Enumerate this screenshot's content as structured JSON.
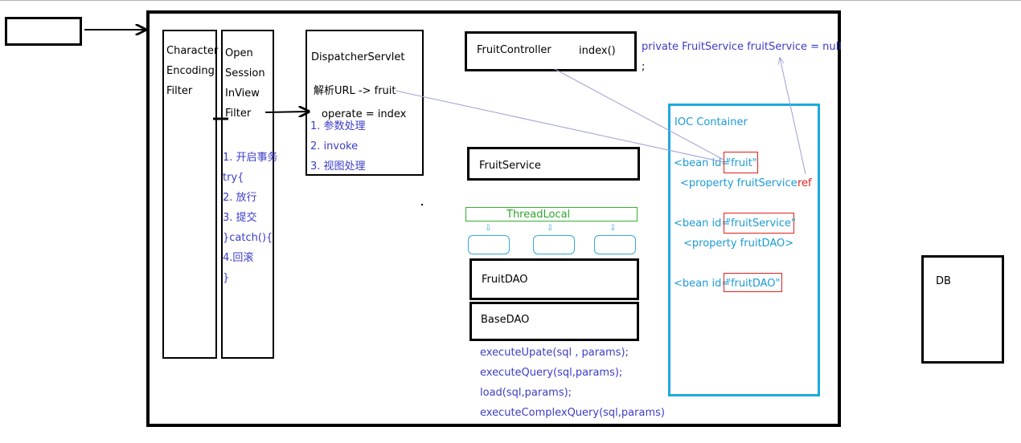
{
  "client": {
    "label": ""
  },
  "filters": {
    "character_encoding": [
      "Character",
      "Encoding",
      "Filter"
    ],
    "open_session": [
      "Open",
      "Session",
      "InView",
      "Filter"
    ],
    "transaction_steps": [
      "1. 开启事务",
      "try{",
      "2. 放行",
      "3. 提交",
      "}catch(){",
      "4.回滚",
      "}"
    ]
  },
  "dispatcher": {
    "title": "DispatcherServlet",
    "parse_url": "解析URL -> fruit",
    "operate": "operate = index",
    "steps": [
      "1. 参数处理",
      "2. invoke",
      "3. 视图处理"
    ]
  },
  "controller": {
    "name": "FruitController",
    "method": "index()"
  },
  "service_field": {
    "declaration": "private FruitService fruitService = null",
    "terminator": ";"
  },
  "service": {
    "name": "FruitService"
  },
  "threadlocal": {
    "label": "ThreadLocal",
    "arrow_glyph": "⇩"
  },
  "dao": {
    "fruit_dao": "FruitDAO",
    "base_dao": "BaseDAO"
  },
  "base_dao_methods": [
    "executeUpate(sql , params);",
    "executeQuery(sql,params);",
    "load(sql,params);",
    "executeComplexQuery(sql,params)"
  ],
  "ioc": {
    "title": "IOC Container",
    "bean_prefix": "<bean id=",
    "bean_fruit_id": "\"fruit\"",
    "property_fruit_service": "<property fruitService",
    "ref": "ref",
    "bean_fruit_service_id": "\"fruitService\"",
    "property_fruit_dao": "<property fruitDAO>",
    "bean_fruit_dao_id": "\"fruitDAO\""
  },
  "db": {
    "label": "DB"
  },
  "colors": {
    "box_border": "#000000",
    "blue_text": "#3c3cc8",
    "cyan": "#1c9ad6",
    "red": "#e0201c",
    "green": "#2ea62e",
    "connector": "#9e9ed8"
  }
}
